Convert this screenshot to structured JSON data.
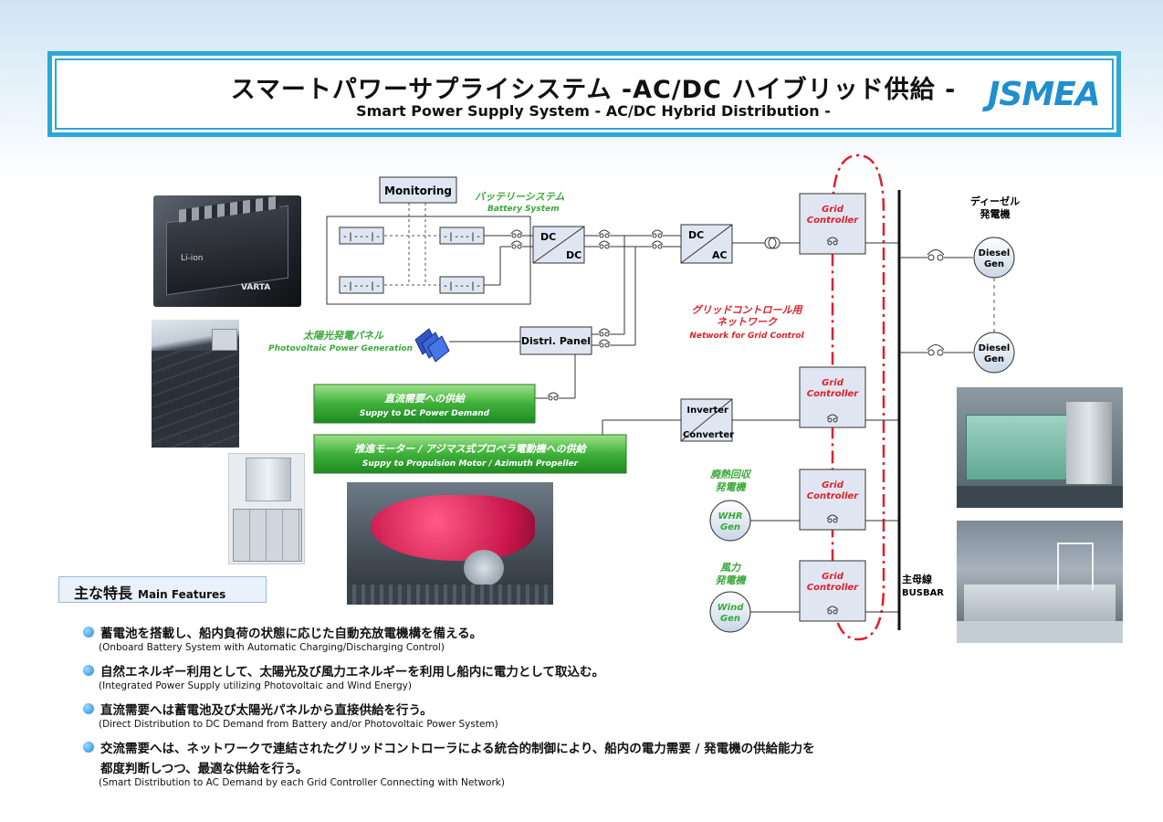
{
  "header": {
    "title_jp": "スマートパワーサプライシステム -AC/DC ハイブリッド供給 -",
    "title_en": "Smart Power Supply System  - AC/DC Hybrid Distribution -",
    "logo": "JSMEA"
  },
  "diagram": {
    "monitoring": "Monitoring",
    "battery_jp": "バッテリーシステム",
    "battery_en": "Battery System",
    "dcdc_top": "DC",
    "dcdc_bottom": "DC",
    "dcac_top": "DC",
    "dcac_bottom": "AC",
    "pv_jp": "太陽光発電パネル",
    "pv_en": "Photovoltaic Power Generation",
    "distri_panel": "Distri. Panel",
    "dc_demand_jp": "直流需要への供給",
    "dc_demand_en": "Suppy to DC Power Demand",
    "prop_jp": "推進モーター / アジマス式プロペラ電動機への供給",
    "prop_en": "Suppy to Propulsion Motor / Azimuth Propeller",
    "inverter": "Inverter",
    "converter": "Converter",
    "grid_net_jp1": "グリッドコントロール用",
    "grid_net_jp2": "ネットワーク",
    "grid_net_en": "Network for Grid Control",
    "grid_controller_1": "Grid",
    "grid_controller_2": "Controller",
    "whr_jp1": "廃熱回収",
    "whr_jp2": "発電機",
    "whr_gen_1": "WHR",
    "whr_gen_2": "Gen",
    "wind_jp1": "風力",
    "wind_jp2": "発電機",
    "wind_gen_1": "Wind",
    "wind_gen_2": "Gen",
    "diesel_jp1": "ディーゼル",
    "diesel_jp2": "発電機",
    "diesel_gen_1": "Diesel",
    "diesel_gen_2": "Gen",
    "busbar_jp": "主母線",
    "busbar_en": "BUSBAR",
    "battery_pack_label": "Li-ion",
    "battery_brand": "VARTA"
  },
  "features": {
    "title_jp": "主な特長",
    "title_en": "Main Features",
    "items": [
      {
        "jp": "蓄電池を搭載し、船内負荷の状態に応じた自動充放電機構を備える。",
        "en": "(Onboard  Battery System with Automatic Charging/Discharging Control)"
      },
      {
        "jp": "自然エネルギー利用として、太陽光及び風力エネルギーを利用し船内に電力として取込む。",
        "en": "(Integrated  Power Supply utilizing Photovoltaic and Wind Energy)"
      },
      {
        "jp": "直流需要へは蓄電池及び太陽光パネルから直接供給を行う。",
        "en": "(Direct Distribution to DC Demand  from Battery and/or Photovoltaic Power System)"
      },
      {
        "jp": "交流需要へは、ネットワークで連結されたグリッドコントローラによる統合的制御により、船内の電力需要 / 発電機の供給能力を",
        "jp2": "都度判断しつつ、最適な供給を行う。",
        "en": "(Smart Distribution to AC Demand by each Grid Controller Connecting with Network)"
      }
    ]
  },
  "colors": {
    "accent_blue": "#2aa8d8",
    "green_label": "#3aa83a",
    "red_label": "#e0202a",
    "box_fill": "#dfe6f2"
  }
}
